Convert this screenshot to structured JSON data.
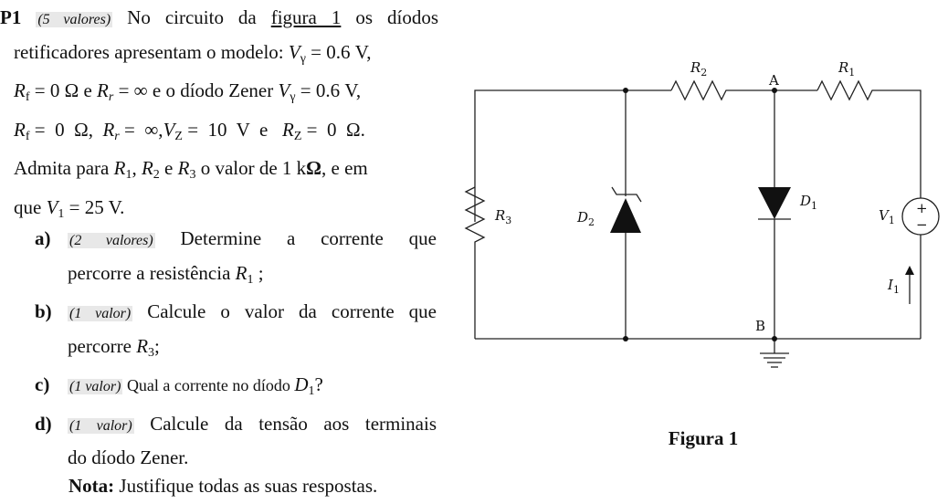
{
  "problem": {
    "number": "P1",
    "points": "(5 valores)",
    "intro_1": " No circuito da ",
    "figure_link": "figura 1",
    "intro_2": " os díodos",
    "line2": "retificadores apresentam o modelo: ",
    "vgamma_val": " = 0.6 V,",
    "line3_a": " = 0 Ω e ",
    "line3_b": " =  ∞ e o díodo Zener ",
    "line3_c": " = 0.6 V,",
    "line4_a": " =  0  Ω,  ",
    "line4_b": " =  ∞,",
    "line4_c": " =  10  V  e   ",
    "line4_d": " =  0  Ω.",
    "line5_a": "Admita para ",
    "comma": ", ",
    "and_word": " e ",
    "line5_b": " o valor de 1 k",
    "omega_bold": "Ω",
    "line5_c": ", e em",
    "line6_a": "que ",
    "line6_b": " = 25 V."
  },
  "symbols": {
    "V": "V",
    "R": "R",
    "D": "D",
    "I": "I",
    "gamma": "γ",
    "f": "f",
    "r": "r",
    "Z": "Z",
    "one": "1",
    "two": "2",
    "three": "3"
  },
  "items": [
    {
      "label": "a)",
      "points": "(2 valores)",
      "text_1": " Determine a corrente que",
      "text_2": "percorre a resistência ",
      "text_3": " ;"
    },
    {
      "label": "b)",
      "points": "(1 valor)",
      "text_1": " Calcule o valor da corrente que",
      "text_2": "percorre ",
      "text_3": ";"
    },
    {
      "label": "c)",
      "points": "(1 valor)",
      "text_1": " Qual a corrente no díodo ",
      "text_2": "?"
    },
    {
      "label": "d)",
      "points": "(1 valor)",
      "text_1": " Calcule da tensão aos terminais",
      "text_2": "do díodo Zener."
    }
  ],
  "note": {
    "label": "Nota:",
    "text": " Justifique todas as suas respostas."
  },
  "figure": {
    "caption": "Figura 1",
    "node_a": "A",
    "node_b": "B",
    "plus": "+",
    "minus": "−"
  }
}
